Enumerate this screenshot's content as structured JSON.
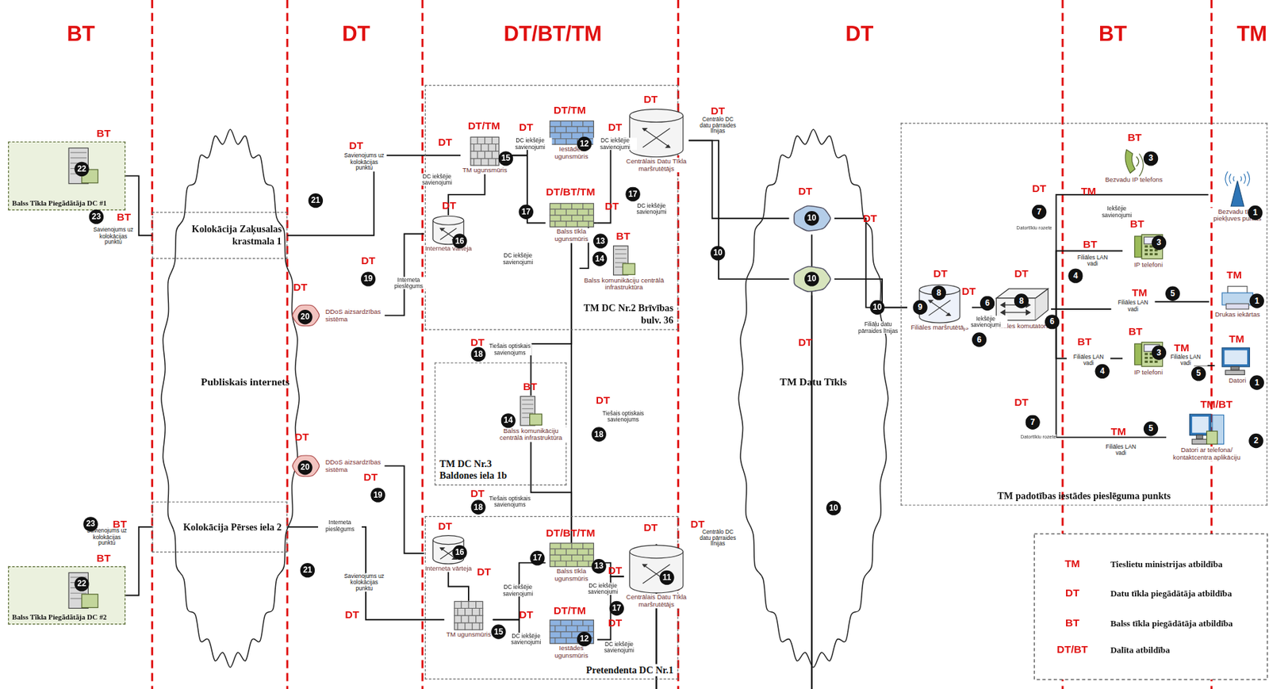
{
  "diagram": {
    "nodes": [
      {
        "text": [
          "Balss Tīkla Piegādātāja DC #1"
        ]
      },
      {
        "text": [
          "Kolokācija Zaķusalas krastmala 1"
        ]
      },
      {
        "text": [
          "Publiskais internets"
        ]
      },
      {
        "text": [
          "DDoS aizsardzības sistēma"
        ]
      },
      {
        "text": [
          "DDoS aizsardzības sistēma"
        ]
      },
      {
        "text": [
          "Kolokācija Pērses iela 2"
        ]
      },
      {
        "text": [
          "Balss Tīkla Piegādātāja DC #2"
        ]
      },
      {
        "text": [
          "TM DC Nr.2 Brīvības bulv. 36"
        ]
      },
      {
        "text": [
          "TM ugunsmūris"
        ],
        "in": 7
      },
      {
        "text": [
          "Iestādes ugunsmūris"
        ],
        "in": 7
      },
      {
        "text": [
          "Centrālais Datu Tīkla maršrutētājs"
        ],
        "in": 7
      },
      {
        "text": [
          "Interneta vārteja"
        ],
        "in": 7
      },
      {
        "text": [
          "Balss tīkla ugunsmūris"
        ],
        "in": 7
      },
      {
        "text": [
          "Balss komunikāciju centrālā infrastruktūra"
        ],
        "in": 7
      },
      {
        "text": [
          "TM DC Nr.3 Baldones iela 1b"
        ]
      },
      {
        "text": [
          "Balss komunikāciju centrālā infrastruktūra"
        ],
        "in": 14
      },
      {
        "text": [
          "Pretendenta DC Nr.1"
        ]
      },
      {
        "text": [
          "Interneta vārteja"
        ],
        "in": 16
      },
      {
        "text": [
          "Balss tīkla ugunsmūris"
        ],
        "in": 16
      },
      {
        "text": [
          "Centrālais Datu Tīkla maršrutētājs"
        ],
        "in": 16
      },
      {
        "text": [
          "TM ugunsmūris"
        ],
        "in": 16
      },
      {
        "text": [
          "Iestādes ugunsmūris"
        ],
        "in": 16
      },
      {
        "text": [
          "TM Datu Tīkls"
        ]
      },
      {
        "text": [
          "10"
        ],
        "in": 22
      },
      {
        "text": [
          "10"
        ],
        "in": 22
      },
      {
        "text": [
          "TM padotības iestādes pieslēguma punkts"
        ]
      },
      {
        "text": [
          "Bezvadu IP telefons"
        ],
        "in": 25
      },
      {
        "text": [
          "Bezvadu tīkla piekļuves punkts"
        ],
        "in": 25
      },
      {
        "text": [
          "IP telefoni"
        ],
        "in": 25
      },
      {
        "text": [
          "Filiāles maršrutētājs"
        ],
        "in": 25
      },
      {
        "text": [
          "Filiāles komutators"
        ],
        "in": 25
      },
      {
        "text": [
          "Drukas iekārtas"
        ],
        "in": 25
      },
      {
        "text": [
          "IP telefoni"
        ],
        "in": 25
      },
      {
        "text": [
          "Datori"
        ],
        "in": 25
      },
      {
        "text": [
          "Datori ar telefona/ kontaktcentra aplikāciju"
        ],
        "in": 25
      }
    ],
    "edges": [
      {
        "from": 0,
        "to": 1,
        "arrow": "none",
        "label": "Savienojums uz kolokācijas punktu"
      },
      {
        "from": 1,
        "to": 8,
        "arrow": "none",
        "label": "Savienojums uz kolokācijas punktu"
      },
      {
        "from": 3,
        "to": 11,
        "arrow": "none",
        "label": "Interneta pieslēgums"
      },
      {
        "from": 8,
        "to": 9,
        "arrow": "none",
        "label": "DC iekšējie savienojumi"
      },
      {
        "from": 9,
        "to": 10,
        "arrow": "none",
        "label": "DC iekšējie savienojumi"
      },
      {
        "from": 8,
        "to": 11,
        "arrow": "none",
        "label": "DC iekšējie savienojumi"
      },
      {
        "from": 8,
        "to": 12,
        "arrow": "none",
        "label": "DC iekšējie savienojumi"
      },
      {
        "from": 12,
        "to": 10,
        "arrow": "none",
        "label": "DC iekšējie savienojumi"
      },
      {
        "from": 12,
        "to": 13,
        "arrow": "none"
      },
      {
        "from": 12,
        "to": 15,
        "arrow": "none",
        "label": "Tiešais optiskais savienojums"
      },
      {
        "from": 15,
        "to": 18,
        "arrow": "none",
        "label": "Tiešais optiskais savienojums"
      },
      {
        "from": 12,
        "to": 18,
        "arrow": "none",
        "label": "Tiešais optiskais savienojums"
      },
      {
        "from": 10,
        "to": 23,
        "arrow": "none",
        "label": "Centrālo DC datu pārraides līnijas"
      },
      {
        "from": 10,
        "to": 24,
        "arrow": "none"
      },
      {
        "from": 19,
        "to": 23,
        "arrow": "none"
      },
      {
        "from": 19,
        "to": 24,
        "arrow": "none",
        "label": "Centrālo DC datu pārraides līnijas"
      },
      {
        "from": 23,
        "to": 29,
        "arrow": "none"
      },
      {
        "from": 24,
        "to": 29,
        "arrow": "none",
        "label": "Filiāļu datu pārraides līnijas"
      },
      {
        "from": 29,
        "to": 30,
        "arrow": "none",
        "label": "Iekšējie savienojumi"
      },
      {
        "from": 30,
        "to": 27,
        "arrow": "none",
        "label": "Iekšējie savienojumi"
      },
      {
        "from": 30,
        "to": 28,
        "arrow": "none",
        "label": "Filiāles LAN vadi"
      },
      {
        "from": 30,
        "to": 31,
        "arrow": "none",
        "label": "Filiāles LAN vadi"
      },
      {
        "from": 30,
        "to": 32,
        "arrow": "none",
        "label": "Filiāles LAN vadi"
      },
      {
        "from": 32,
        "to": 33,
        "arrow": "none",
        "label": "Filiāles LAN vadi"
      },
      {
        "from": 30,
        "to": 34,
        "arrow": "none",
        "label": "Filiāles LAN vadi"
      },
      {
        "from": 6,
        "to": 5,
        "arrow": "none",
        "label": "Savienojums uz kolokācijas punktu"
      },
      {
        "from": 5,
        "to": 20,
        "arrow": "none",
        "label": "Savienojums uz kolokācijas punktu"
      },
      {
        "from": 4,
        "to": 17,
        "arrow": "none",
        "label": "Interneta pieslēgums"
      },
      {
        "from": 17,
        "to": 20,
        "arrow": "none"
      },
      {
        "from": 20,
        "to": 21,
        "arrow": "none",
        "label": "DC iekšējie savienojumi"
      },
      {
        "from": 21,
        "to": 19,
        "arrow": "none",
        "label": "DC iekšējie savienojumi"
      },
      {
        "from": 20,
        "to": 18,
        "arrow": "none",
        "label": "DC iekšējie savienojumi"
      },
      {
        "from": 18,
        "to": 19,
        "arrow": "none",
        "label": "DC iekšējie savienojumi"
      }
    ],
    "labels": [
      "BT",
      "DT",
      "DT/BT/TM",
      "DT",
      "BT",
      "TM",
      "BT",
      "22",
      "23",
      "BT",
      "BT",
      "22",
      "23",
      "BT",
      "DT",
      "21",
      "DT",
      "20",
      "DT",
      "19",
      "DT",
      "20",
      "DT",
      "19",
      "21",
      "DT",
      "DT/TM",
      "DT",
      "15",
      "DT",
      "DT/TM",
      "12",
      "DT",
      "DT",
      "DT",
      "16",
      "DT/BT/TM",
      "17",
      "13",
      "DT",
      "17",
      "BT",
      "14",
      "DT",
      "18",
      "BT",
      "14",
      "DT",
      "18",
      "DT",
      "18",
      "DT",
      "16",
      "DT/BT/TM",
      "17",
      "13",
      "DT",
      "DT",
      "11",
      "17",
      "DT",
      "15",
      "DT",
      "DT/TM",
      "12",
      "DT",
      "DT",
      "DT",
      "10",
      "DT",
      "DT",
      "DT",
      "10",
      "10",
      "DT",
      "8",
      "9",
      "6",
      "6",
      "DT",
      "DT",
      "8",
      "6",
      "DT",
      "7",
      "Datortīklu rozete",
      "TM",
      "BT",
      "4",
      "BT",
      "3",
      "BT",
      "3",
      "TM",
      "5",
      "BT",
      "4",
      "BT",
      "3",
      "TM",
      "5",
      "TM",
      "1",
      "TM",
      "1",
      "1",
      "TM/BT",
      "2",
      "TM",
      "5",
      "DT",
      "7",
      "Datortīklu rozete",
      "TM",
      "DT",
      "BT",
      "DT/BT"
    ],
    "legend": [
      {
        "text": "Tieslietu ministrijas atbildība"
      },
      {
        "text": "Datu tīkla piegādātāja atbildība"
      },
      {
        "text": "Balss tīkla piegādātāja atbildība"
      },
      {
        "text": "Dalīta atbildība"
      }
    ]
  }
}
